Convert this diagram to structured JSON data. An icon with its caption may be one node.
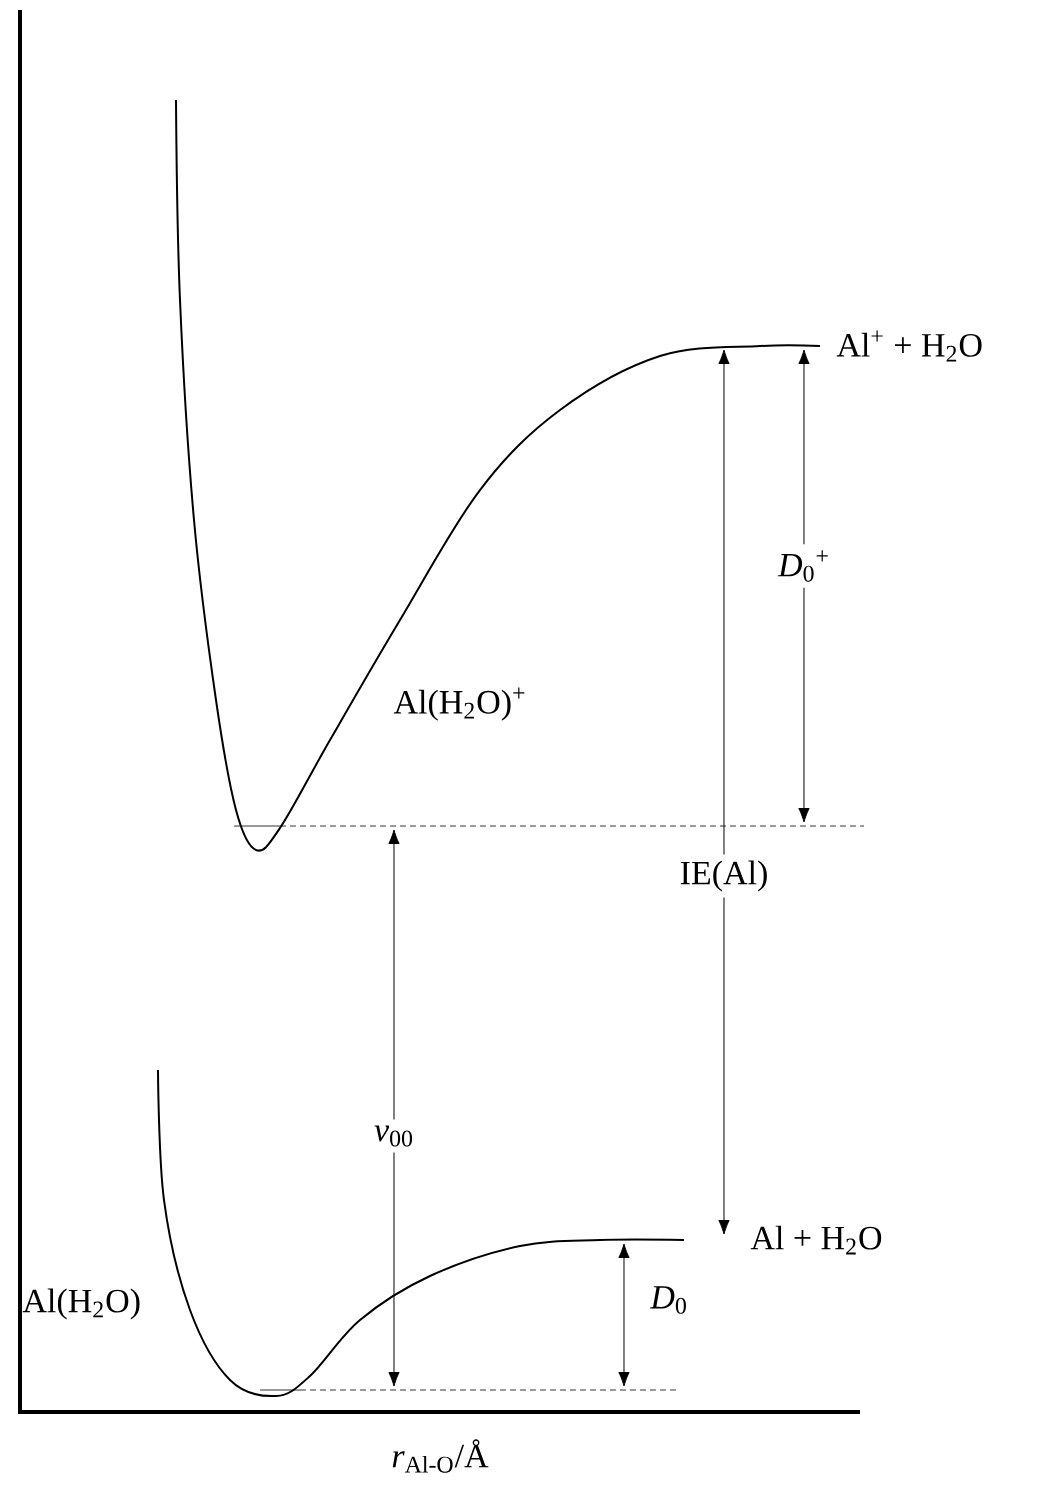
{
  "diagram": {
    "labels": [
      "Al$^{+}$ + H$_{2}$O",
      "*D*$_{0}$$^{+}$",
      "Al(H$_{2}$O)$^{+}$",
      "IE(Al)",
      "*ν*$_{00}$",
      "Al + H$_{2}$O",
      "Al(H$_{2}$O)",
      "*D*$_{0}$",
      "*r*$_{Al-O}$/Å"
    ]
  }
}
